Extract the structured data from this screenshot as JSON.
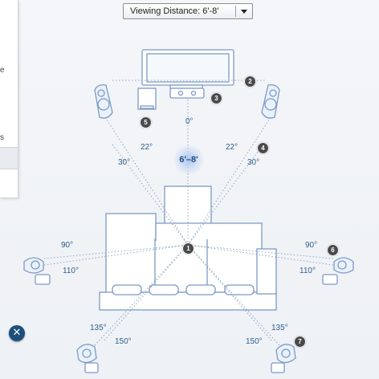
{
  "side_panel": {
    "edge_chars": [
      "e",
      "s"
    ]
  },
  "close_button": {
    "glyph": "✕",
    "icon": "close-icon"
  },
  "dropdown": {
    "selected": "Viewing Distance: 6'-8'",
    "icon": "chevron-down-icon"
  },
  "diagram": {
    "center_angle": "0°",
    "viewing_distance": "6'–8'",
    "front_left_angles": [
      "22°",
      "30°"
    ],
    "front_right_angles": [
      "22°",
      "30°"
    ],
    "side_left_angles": [
      "90°",
      "110°"
    ],
    "side_right_angles": [
      "90°",
      "110°"
    ],
    "rear_left_angles": [
      "135°",
      "150°"
    ],
    "rear_right_angles": [
      "135°",
      "150°"
    ],
    "badges": [
      "1",
      "2",
      "3",
      "4",
      "5",
      "6",
      "7"
    ]
  },
  "colors": {
    "line": "#7d9ac4",
    "fill": "#ffffff",
    "accent": "#1d4f7c",
    "badge": "#4a4a4a"
  }
}
